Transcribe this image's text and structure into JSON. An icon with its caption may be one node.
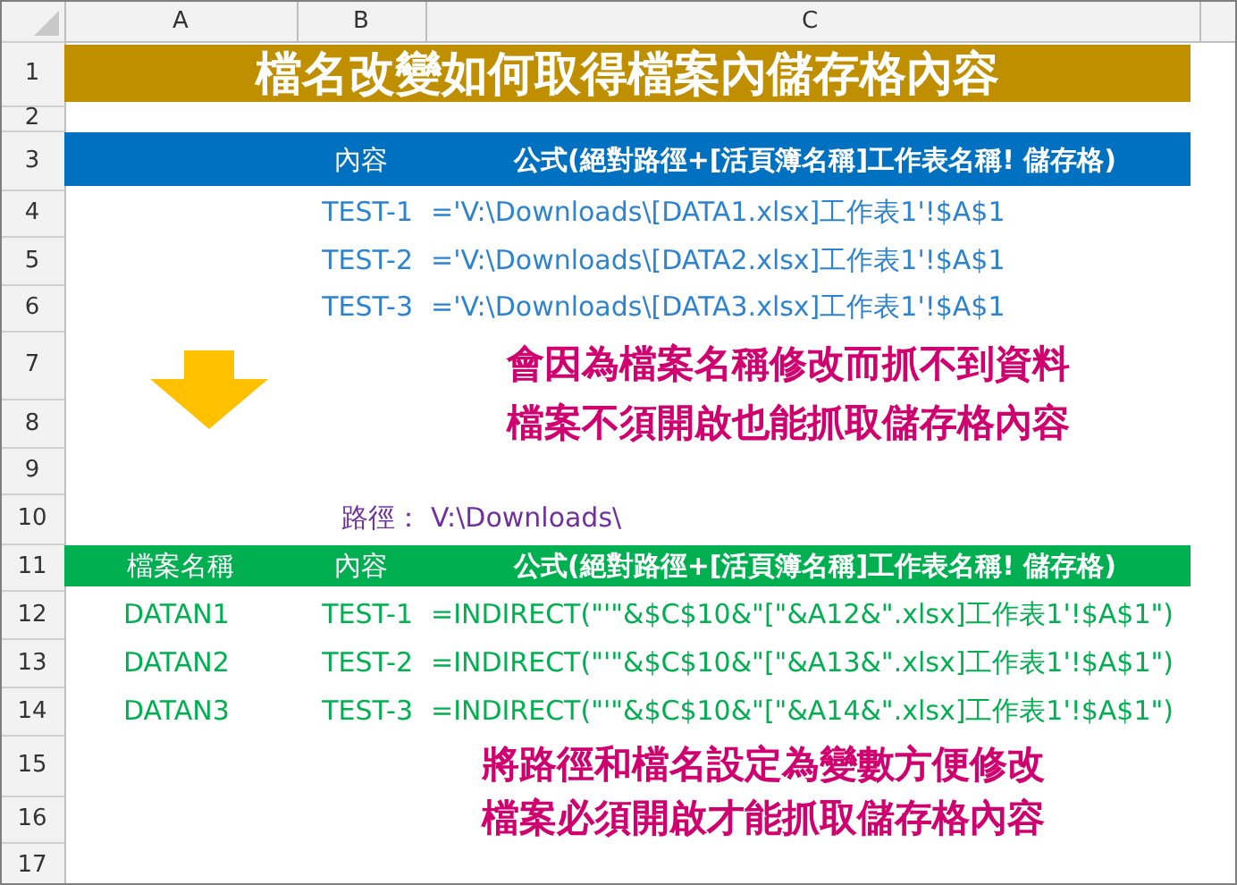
{
  "diagram": {
    "title": "檔名改變如何取得檔案內儲存格內容",
    "labels": [
      "A",
      "B",
      "C",
      "1",
      "2",
      "3",
      "內容",
      "公式(絕對路徑+[活頁簿名稱]工作表名稱! 儲存格)",
      "4",
      "TEST-1",
      "='V:\\Downloads\\[DATA1.xlsx]工作表1'!$A$1",
      "5",
      "TEST-2",
      "='V:\\Downloads\\[DATA2.xlsx]工作表1'!$A$1",
      "6",
      "TEST-3",
      "='V:\\Downloads\\[DATA3.xlsx]工作表1'!$A$1",
      "7",
      "會因為檔案名稱修改而抓不到資料",
      "8",
      "檔案不須開啟也能抓取儲存格內容",
      "9",
      "10",
      "路徑：",
      "V:\\Downloads\\",
      "11",
      "檔案名稱",
      "內容",
      "公式(絕對路徑+[活頁簿名稱]工作表名稱! 儲存格)",
      "12",
      "DATAN1",
      "TEST-1",
      "=INDIRECT(\"'\"&$C$10&\"[\"&A12&\".xlsx]工作表1'!$A$1\")",
      "13",
      "DATAN2",
      "TEST-2",
      "=INDIRECT(\"'\"&$C$10&\"[\"&A13&\".xlsx]工作表1'!$A$1\")",
      "14",
      "DATAN3",
      "TEST-3",
      "=INDIRECT(\"'\"&$C$10&\"[\"&A14&\".xlsx]工作表1'!$A$1\")",
      "15",
      "將路徑和檔名設定為變數方便修改",
      "16",
      "檔案必須開啟才能抓取儲存格內容",
      "17"
    ]
  }
}
